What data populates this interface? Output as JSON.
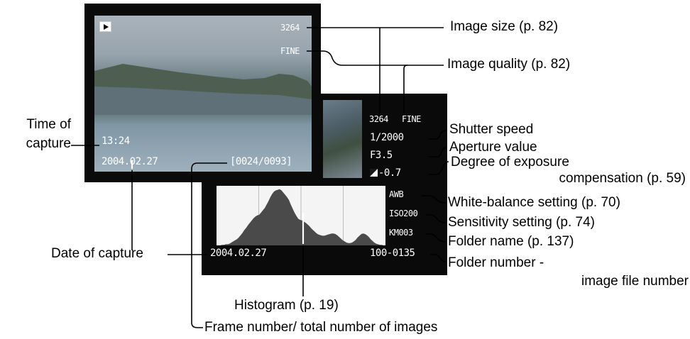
{
  "front_screen": {
    "image_size": "3264",
    "image_quality": "FINE",
    "time": "13:24",
    "date": "2004.02.27",
    "frame_counter": "[0024/0093]"
  },
  "back_screen": {
    "image_size": "3264",
    "image_quality": "FINE",
    "shutter": "1/2000",
    "aperture": "F3.5",
    "exposure_comp": "-0.7",
    "white_balance": "AWB",
    "iso": "ISO200",
    "folder": "KM003",
    "date": "2004.02.27",
    "file_number": "100-0135"
  },
  "histogram": {
    "levels": [
      0,
      0,
      0,
      0.01,
      0.01,
      0.02,
      0.02,
      0.03,
      0.05,
      0.07,
      0.09,
      0.11,
      0.14,
      0.18,
      0.22,
      0.27,
      0.31,
      0.36,
      0.4,
      0.44,
      0.48,
      0.51,
      0.53,
      0.54,
      0.58,
      0.62,
      0.66,
      0.72,
      0.78,
      0.85,
      0.91,
      0.95,
      0.97,
      0.98,
      0.99,
      0.97,
      0.93,
      0.89,
      0.85,
      0.8,
      0.72,
      0.65,
      0.58,
      0.52,
      0.47,
      0.45,
      0.44,
      0.42,
      0.4,
      0.37,
      0.34,
      0.3,
      0.27,
      0.24,
      0.21,
      0.19,
      0.18,
      0.17,
      0.17,
      0.18,
      0.19,
      0.2,
      0.21,
      0.21,
      0.2,
      0.18,
      0.15,
      0.12,
      0.09,
      0.07,
      0.05,
      0.04,
      0.04,
      0.05,
      0.07,
      0.1,
      0.14,
      0.17,
      0.2,
      0.21,
      0.2,
      0.18,
      0.15,
      0.11,
      0.08,
      0.05,
      0.03,
      0.02,
      0.01,
      0.01,
      0,
      0
    ],
    "fill_color": "#4a4a4a",
    "gridline_color": "#bdbdbd"
  },
  "labels": {
    "image_size": "Image size (p. 82)",
    "image_quality": "Image quality (p. 82)",
    "shutter_speed": "Shutter speed",
    "aperture": "Aperture value",
    "exposure_line1": "Degree of exposure",
    "exposure_line2": "compensation (p. 59)",
    "white_balance": "White-balance setting (p. 70)",
    "sensitivity": "Sensitivity setting (p. 74)",
    "folder_name": "Folder name (p. 137)",
    "folder_number_line1": "Folder number -",
    "folder_number_line2": "image file number",
    "histogram": "Histogram (p. 19)",
    "frame_number": "Frame number/ total number of images",
    "time_line1": "Time of",
    "time_line2": "capture",
    "date": "Date of capture"
  }
}
